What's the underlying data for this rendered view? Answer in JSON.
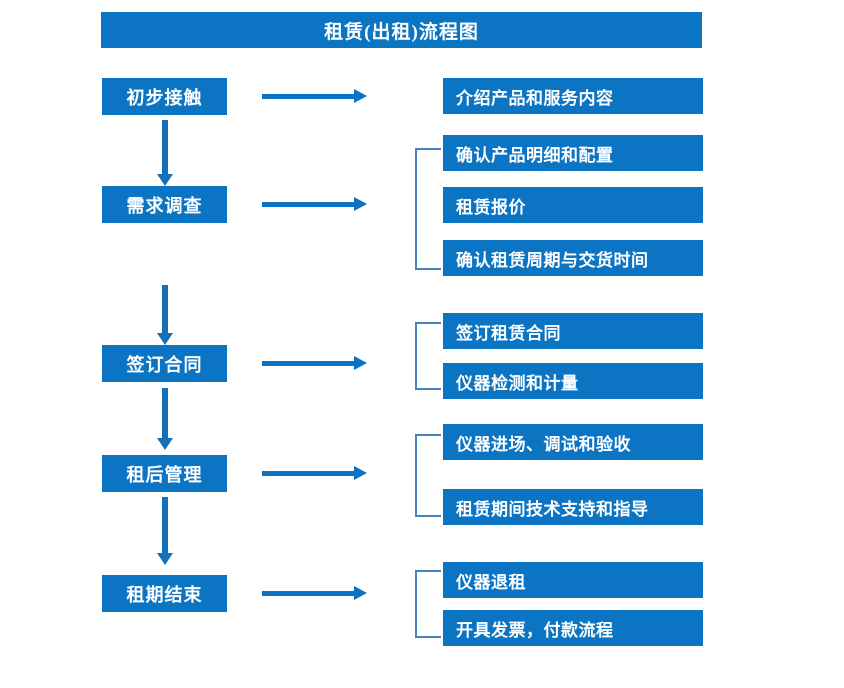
{
  "chart_data": {
    "type": "diagram",
    "title": "租赁(出租)流程图",
    "diagram_kind": "flowchart",
    "orientation": "vertical-stages-with-horizontal-details",
    "stages": [
      {
        "label": "初步接触",
        "details": [
          "介绍产品和服务内容"
        ],
        "bracketed": false
      },
      {
        "label": "需求调查",
        "details": [
          "确认产品明细和配置",
          "租赁报价",
          "确认租赁周期与交货时间"
        ],
        "bracketed": true
      },
      {
        "label": "签订合同",
        "details": [
          "签订租赁合同",
          "仪器检测和计量"
        ],
        "bracketed": true
      },
      {
        "label": "租后管理",
        "details": [
          "仪器进场、调试和验收",
          "租赁期间技术支持和指导"
        ],
        "bracketed": true
      },
      {
        "label": "租期结束",
        "details": [
          "仪器退租",
          "开具发票，付款流程"
        ],
        "bracketed": true
      }
    ]
  },
  "header": {
    "title": "租赁(出租)流程图"
  },
  "stages": [
    {
      "label": "初步接触"
    },
    {
      "label": "需求调查"
    },
    {
      "label": "签订合同"
    },
    {
      "label": "租后管理"
    },
    {
      "label": "租期结束"
    }
  ],
  "details": [
    {
      "label": "介绍产品和服务内容"
    },
    {
      "label": "确认产品明细和配置"
    },
    {
      "label": "租赁报价"
    },
    {
      "label": "确认租赁周期与交货时间"
    },
    {
      "label": "签订租赁合同"
    },
    {
      "label": "仪器检测和计量"
    },
    {
      "label": "仪器进场、调试和验收"
    },
    {
      "label": "租赁期间技术支持和指导"
    },
    {
      "label": "仪器退租"
    },
    {
      "label": "开具发票，付款流程"
    }
  ],
  "colors": {
    "box_fill": "#0b75c4",
    "box_text": "#ffffff",
    "arrow": "#0b72c4",
    "bracket": "#4a80bd",
    "background": "#ffffff"
  }
}
